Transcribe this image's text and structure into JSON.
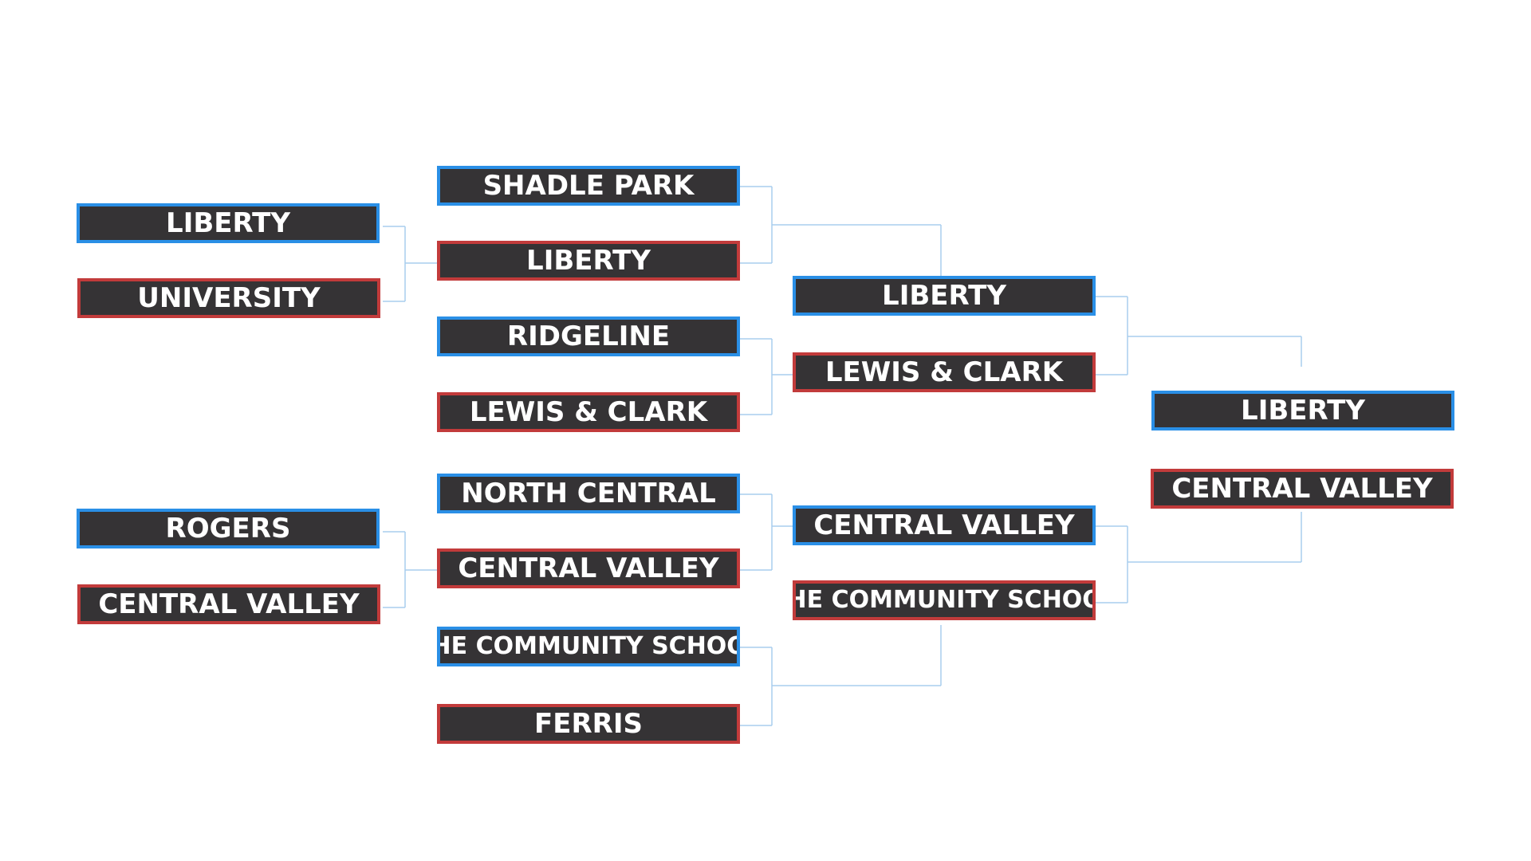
{
  "bracket": {
    "round1": [
      {
        "team": "LIBERTY",
        "color": "blue"
      },
      {
        "team": "UNIVERSITY",
        "color": "red"
      },
      {
        "team": "ROGERS",
        "color": "blue"
      },
      {
        "team": "CENTRAL VALLEY",
        "color": "red"
      }
    ],
    "round2": [
      {
        "team": "SHADLE PARK",
        "color": "blue"
      },
      {
        "team": "LIBERTY",
        "color": "red"
      },
      {
        "team": "RIDGELINE",
        "color": "blue"
      },
      {
        "team": "LEWIS & CLARK",
        "color": "red"
      },
      {
        "team": "NORTH CENTRAL",
        "color": "blue"
      },
      {
        "team": "CENTRAL VALLEY",
        "color": "red"
      },
      {
        "team": "THE COMMUNITY SCHOOL",
        "color": "blue"
      },
      {
        "team": "FERRIS",
        "color": "red"
      }
    ],
    "round3": [
      {
        "team": "LIBERTY",
        "color": "blue"
      },
      {
        "team": "LEWIS & CLARK",
        "color": "red"
      },
      {
        "team": "CENTRAL VALLEY",
        "color": "blue"
      },
      {
        "team": "THE COMMUNITY SCHOOL",
        "color": "red"
      }
    ],
    "round4": [
      {
        "team": "LIBERTY",
        "color": "blue"
      },
      {
        "team": "CENTRAL VALLEY",
        "color": "red"
      }
    ]
  },
  "colors": {
    "box_fill": "#353335",
    "blue_border": "#2a8fe6",
    "red_border": "#c23b3b",
    "connector": "#a9cdee",
    "text": "#ffffff"
  }
}
